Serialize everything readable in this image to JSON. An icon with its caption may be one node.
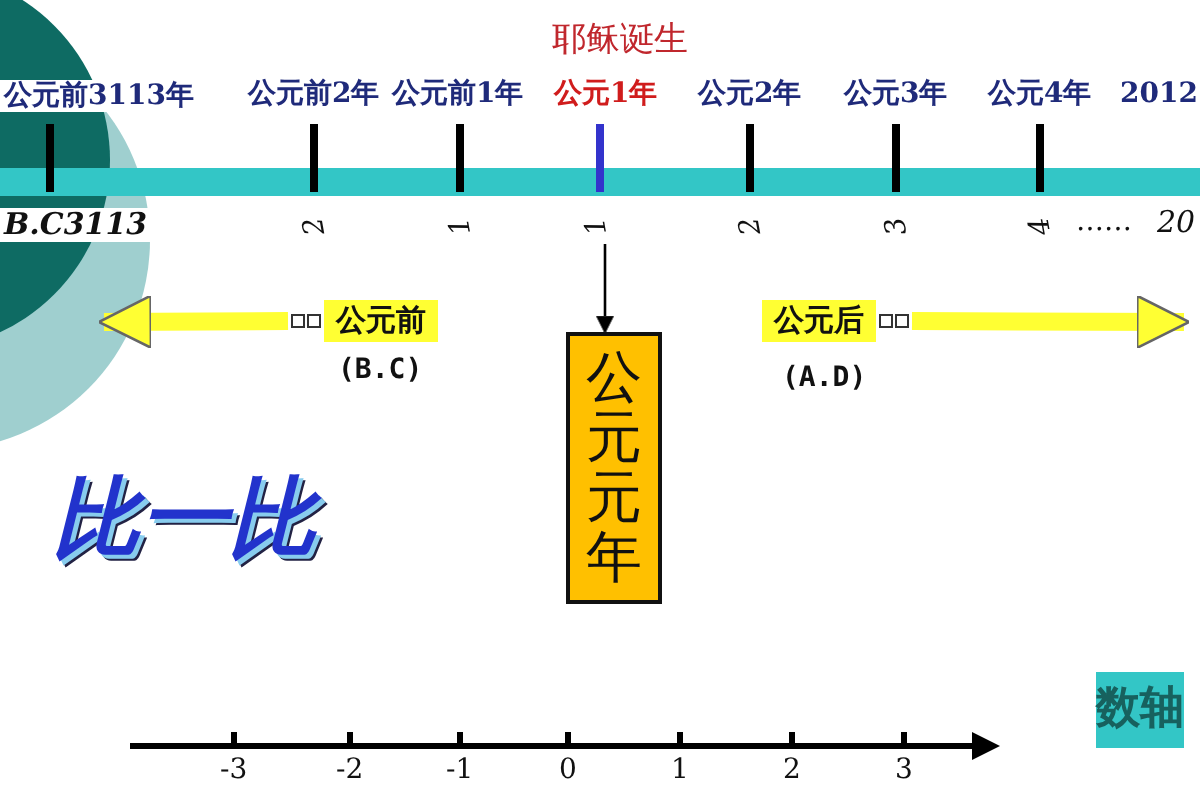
{
  "diagram": {
    "title": "耶稣诞生",
    "nodes": [
      {
        "text": [
          "公元前"
        ],
        "beside": [
          "(B.C)"
        ]
      },
      {
        "text": [
          "公元后"
        ],
        "beside": [
          "(A.D)"
        ]
      },
      {
        "text": [
          "1"
        ]
      },
      {
        "text": [
          "公元元年"
        ]
      },
      {
        "text": [
          "数轴"
        ]
      }
    ],
    "edges": [
      {
        "from": 0,
        "to": null,
        "arrow": "to"
      },
      {
        "from": 1,
        "to": null,
        "arrow": "to"
      },
      {
        "from": 2,
        "to": 3,
        "arrow": "to",
        "color": "#000000"
      }
    ],
    "labels": [
      "公元前3113年",
      "公元前2年",
      "公元前1年",
      "公元1年",
      "公元2年",
      "公元3年",
      "公元4年",
      "2012",
      "B.C3113",
      "2",
      "1",
      "2",
      "3",
      "4",
      "……",
      "20",
      "比一比",
      "-3",
      "-2",
      "-1",
      "0",
      "1",
      "2",
      "3"
    ]
  }
}
